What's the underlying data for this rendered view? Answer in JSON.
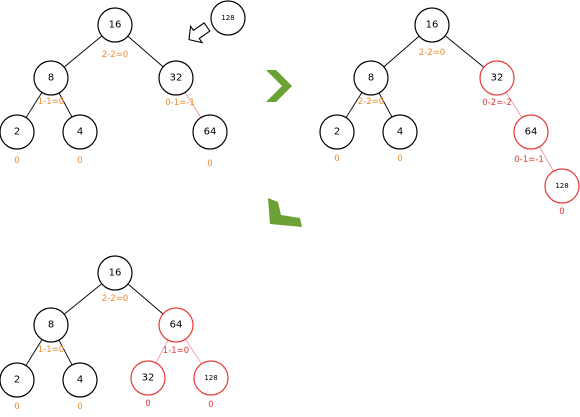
{
  "colors": {
    "black": "#000000",
    "red": "#e53935",
    "light_red": "#ef9a9a",
    "orange": "#ef8a2a",
    "arrow_green": "#6aa236"
  },
  "trees": [
    {
      "name": "tree-initial",
      "nodes": [
        {
          "id": "n16",
          "label": "16",
          "color": "black"
        },
        {
          "id": "n8",
          "label": "8",
          "color": "black"
        },
        {
          "id": "n32",
          "label": "32",
          "color": "black"
        },
        {
          "id": "n2",
          "label": "2",
          "color": "black"
        },
        {
          "id": "n4",
          "label": "4",
          "color": "black"
        },
        {
          "id": "n64",
          "label": "64",
          "color": "black"
        },
        {
          "id": "n128",
          "label": "128",
          "color": "black",
          "small": true
        }
      ],
      "edges": [
        {
          "from": "n16",
          "to": "n8",
          "color": "black"
        },
        {
          "from": "n16",
          "to": "n32",
          "color": "black"
        },
        {
          "from": "n8",
          "to": "n2",
          "color": "black"
        },
        {
          "from": "n8",
          "to": "n4",
          "color": "black"
        },
        {
          "from": "n32",
          "to": "n64",
          "color": "light_red"
        }
      ],
      "balances": [
        {
          "id": "b16",
          "text": "2-2=0",
          "color": "orange"
        },
        {
          "id": "b8",
          "text": "1-1=0",
          "color": "orange"
        },
        {
          "id": "b32",
          "text": "0-1=-1",
          "color": "orange"
        },
        {
          "id": "b2",
          "text": "0",
          "color": "orange"
        },
        {
          "id": "b4",
          "text": "0",
          "color": "orange"
        },
        {
          "id": "b64",
          "text": "0",
          "color": "orange"
        }
      ]
    },
    {
      "name": "tree-inserted",
      "nodes": [
        {
          "id": "n16",
          "label": "16",
          "color": "black"
        },
        {
          "id": "n8",
          "label": "8",
          "color": "black"
        },
        {
          "id": "n32",
          "label": "32",
          "color": "red"
        },
        {
          "id": "n2",
          "label": "2",
          "color": "black"
        },
        {
          "id": "n4",
          "label": "4",
          "color": "black"
        },
        {
          "id": "n64",
          "label": "64",
          "color": "red"
        },
        {
          "id": "n128",
          "label": "128",
          "color": "red",
          "small": true
        }
      ],
      "edges": [
        {
          "from": "n16",
          "to": "n8",
          "color": "black"
        },
        {
          "from": "n16",
          "to": "n32",
          "color": "black"
        },
        {
          "from": "n8",
          "to": "n2",
          "color": "black"
        },
        {
          "from": "n8",
          "to": "n4",
          "color": "black"
        },
        {
          "from": "n32",
          "to": "n64",
          "color": "light_red"
        },
        {
          "from": "n64",
          "to": "n128",
          "color": "light_red"
        }
      ],
      "balances": [
        {
          "id": "b16",
          "text": "2-2=0",
          "color": "orange"
        },
        {
          "id": "b8",
          "text": "2-2=0",
          "color": "orange"
        },
        {
          "id": "b32",
          "text": "0-2=-2",
          "color": "red"
        },
        {
          "id": "b64",
          "text": "0-1=-1",
          "color": "red"
        },
        {
          "id": "b2",
          "text": "0",
          "color": "orange"
        },
        {
          "id": "b4",
          "text": "0",
          "color": "orange"
        },
        {
          "id": "b128",
          "text": "0",
          "color": "red"
        }
      ]
    },
    {
      "name": "tree-rotated",
      "nodes": [
        {
          "id": "n16",
          "label": "16",
          "color": "black"
        },
        {
          "id": "n8",
          "label": "8",
          "color": "black"
        },
        {
          "id": "n64",
          "label": "64",
          "color": "red"
        },
        {
          "id": "n2",
          "label": "2",
          "color": "black"
        },
        {
          "id": "n4",
          "label": "4",
          "color": "black"
        },
        {
          "id": "n32",
          "label": "32",
          "color": "red"
        },
        {
          "id": "n128",
          "label": "128",
          "color": "red",
          "small": true
        }
      ],
      "edges": [
        {
          "from": "n16",
          "to": "n8",
          "color": "black"
        },
        {
          "from": "n16",
          "to": "n64",
          "color": "black"
        },
        {
          "from": "n8",
          "to": "n2",
          "color": "black"
        },
        {
          "from": "n8",
          "to": "n4",
          "color": "black"
        },
        {
          "from": "n64",
          "to": "n32",
          "color": "light_red"
        },
        {
          "from": "n64",
          "to": "n128",
          "color": "light_red"
        }
      ],
      "balances": [
        {
          "id": "b16",
          "text": "2-2=0",
          "color": "orange"
        },
        {
          "id": "b8",
          "text": "1-1=0",
          "color": "orange"
        },
        {
          "id": "b64",
          "text": "1-1=0",
          "color": "red"
        },
        {
          "id": "b2",
          "text": "0",
          "color": "orange"
        },
        {
          "id": "b4",
          "text": "0",
          "color": "orange"
        },
        {
          "id": "b32",
          "text": "0",
          "color": "red"
        },
        {
          "id": "b128",
          "text": "0",
          "color": "red"
        }
      ]
    }
  ]
}
